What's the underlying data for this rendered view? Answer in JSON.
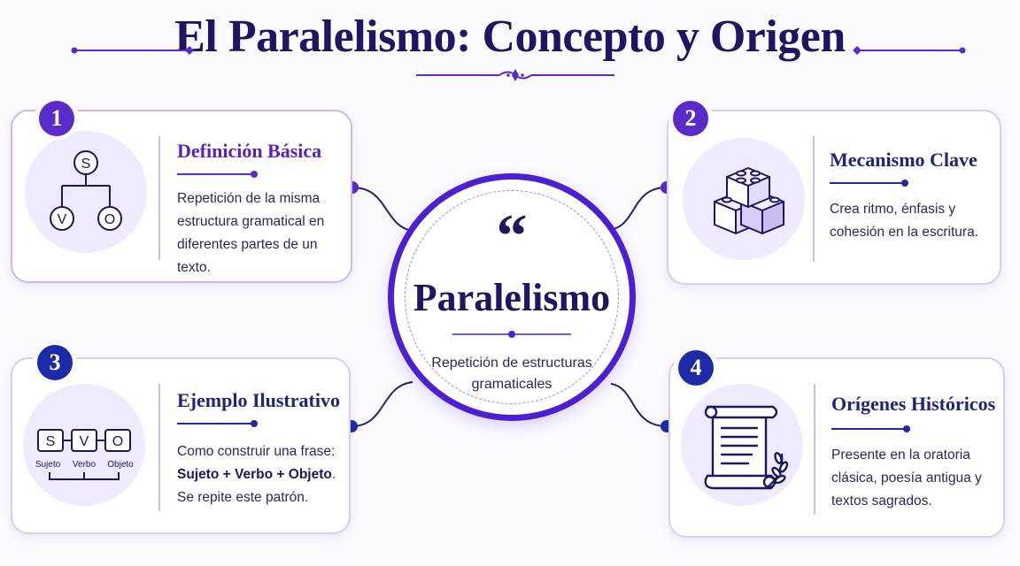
{
  "title": "El Paralelismo: Concepto y Origen",
  "center": {
    "quote_glyph": "“",
    "title": "Paralelismo",
    "subtitle": "Repetición de estructuras gramaticales"
  },
  "cards": [
    {
      "number": "1",
      "title": "Definición Básica",
      "body": "Repetición de la misma estructura gramatical en diferentes partes de un texto.",
      "icon": "svo-tree-icon",
      "icon_letters": [
        "S",
        "V",
        "O"
      ]
    },
    {
      "number": "2",
      "title": "Mecanismo Clave",
      "body": "Crea ritmo, énfasis y cohesión en la escritura.",
      "icon": "building-blocks-icon"
    },
    {
      "number": "3",
      "title": "Ejemplo Ilustrativo",
      "body_intro": "Como construir una frase:",
      "body_bold": "Sujeto + Verbo + Objeto",
      "body_dot": ".",
      "body_outro": "Se repite este patrón.",
      "icon": "svo-boxes-icon",
      "icon_letters": [
        "S",
        "V",
        "O"
      ],
      "icon_labels": [
        "Sujeto",
        "Verbo",
        "Objeto"
      ]
    },
    {
      "number": "4",
      "title": "Orígenes Históricos",
      "body": "Presente en la oratoria clásica, poesía antigua y textos sagrados.",
      "icon": "scroll-laurel-icon"
    }
  ],
  "colors": {
    "primary_violet": "#4c1fd0",
    "navy": "#1f237a",
    "badge_purple": "#5a2bc9",
    "badge_navy": "#1f2aa8",
    "icon_bg": "#efeafd"
  }
}
